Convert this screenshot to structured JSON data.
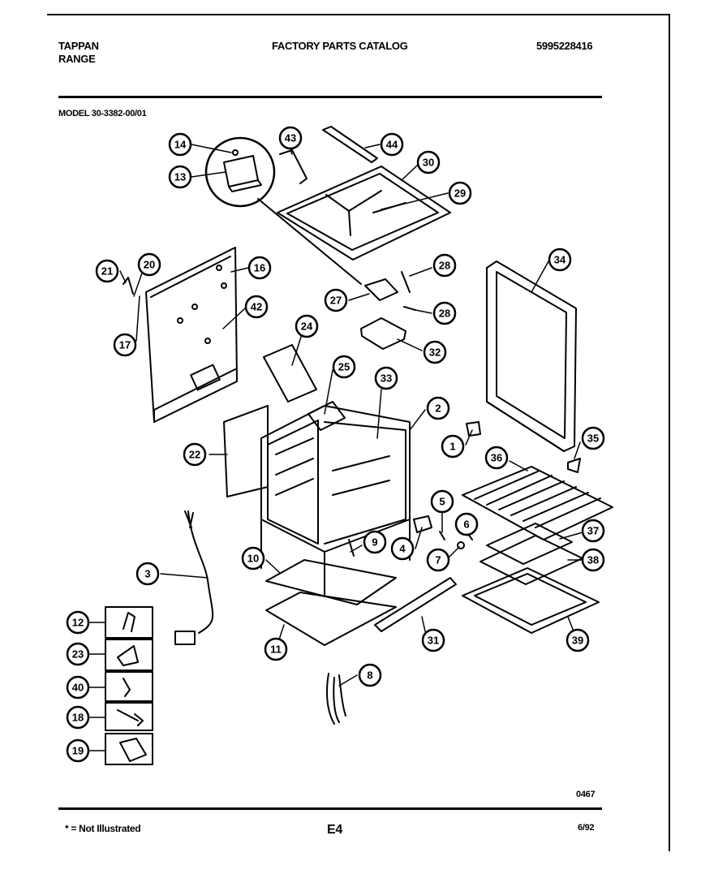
{
  "header": {
    "brand_line1": "TAPPAN",
    "brand_line2": "RANGE",
    "catalog_title": "FACTORY PARTS CATALOG",
    "catalog_number": "5995228416",
    "model": "MODEL 30-3382-00/01"
  },
  "footer": {
    "code": "0467",
    "note": "* = Not Illustrated",
    "page": "E4",
    "date": "6/92"
  },
  "callouts": [
    {
      "id": "c14",
      "label": "14"
    },
    {
      "id": "c13",
      "label": "13"
    },
    {
      "id": "c43",
      "label": "43"
    },
    {
      "id": "c44",
      "label": "44"
    },
    {
      "id": "c30",
      "label": "30"
    },
    {
      "id": "c29",
      "label": "29"
    },
    {
      "id": "c21",
      "label": "21"
    },
    {
      "id": "c20",
      "label": "20"
    },
    {
      "id": "c16",
      "label": "16"
    },
    {
      "id": "c17",
      "label": "17"
    },
    {
      "id": "c42",
      "label": "42"
    },
    {
      "id": "c28a",
      "label": "28"
    },
    {
      "id": "c27",
      "label": "27"
    },
    {
      "id": "c28b",
      "label": "28"
    },
    {
      "id": "c32",
      "label": "32"
    },
    {
      "id": "c34",
      "label": "34"
    },
    {
      "id": "c24",
      "label": "24"
    },
    {
      "id": "c25",
      "label": "25"
    },
    {
      "id": "c33",
      "label": "33"
    },
    {
      "id": "c2",
      "label": "2"
    },
    {
      "id": "c22",
      "label": "22"
    },
    {
      "id": "c1",
      "label": "1"
    },
    {
      "id": "c35",
      "label": "35"
    },
    {
      "id": "c36",
      "label": "36"
    },
    {
      "id": "c5",
      "label": "5"
    },
    {
      "id": "c6",
      "label": "6"
    },
    {
      "id": "c9",
      "label": "9"
    },
    {
      "id": "c4",
      "label": "4"
    },
    {
      "id": "c37",
      "label": "37"
    },
    {
      "id": "c3",
      "label": "3"
    },
    {
      "id": "c10",
      "label": "10"
    },
    {
      "id": "c7",
      "label": "7"
    },
    {
      "id": "c38",
      "label": "38"
    },
    {
      "id": "c12",
      "label": "12"
    },
    {
      "id": "c23",
      "label": "23"
    },
    {
      "id": "c11",
      "label": "11"
    },
    {
      "id": "c31",
      "label": "31"
    },
    {
      "id": "c39",
      "label": "39"
    },
    {
      "id": "c8",
      "label": "8"
    },
    {
      "id": "c40",
      "label": "40"
    },
    {
      "id": "c18",
      "label": "18"
    },
    {
      "id": "c19",
      "label": "19"
    }
  ]
}
